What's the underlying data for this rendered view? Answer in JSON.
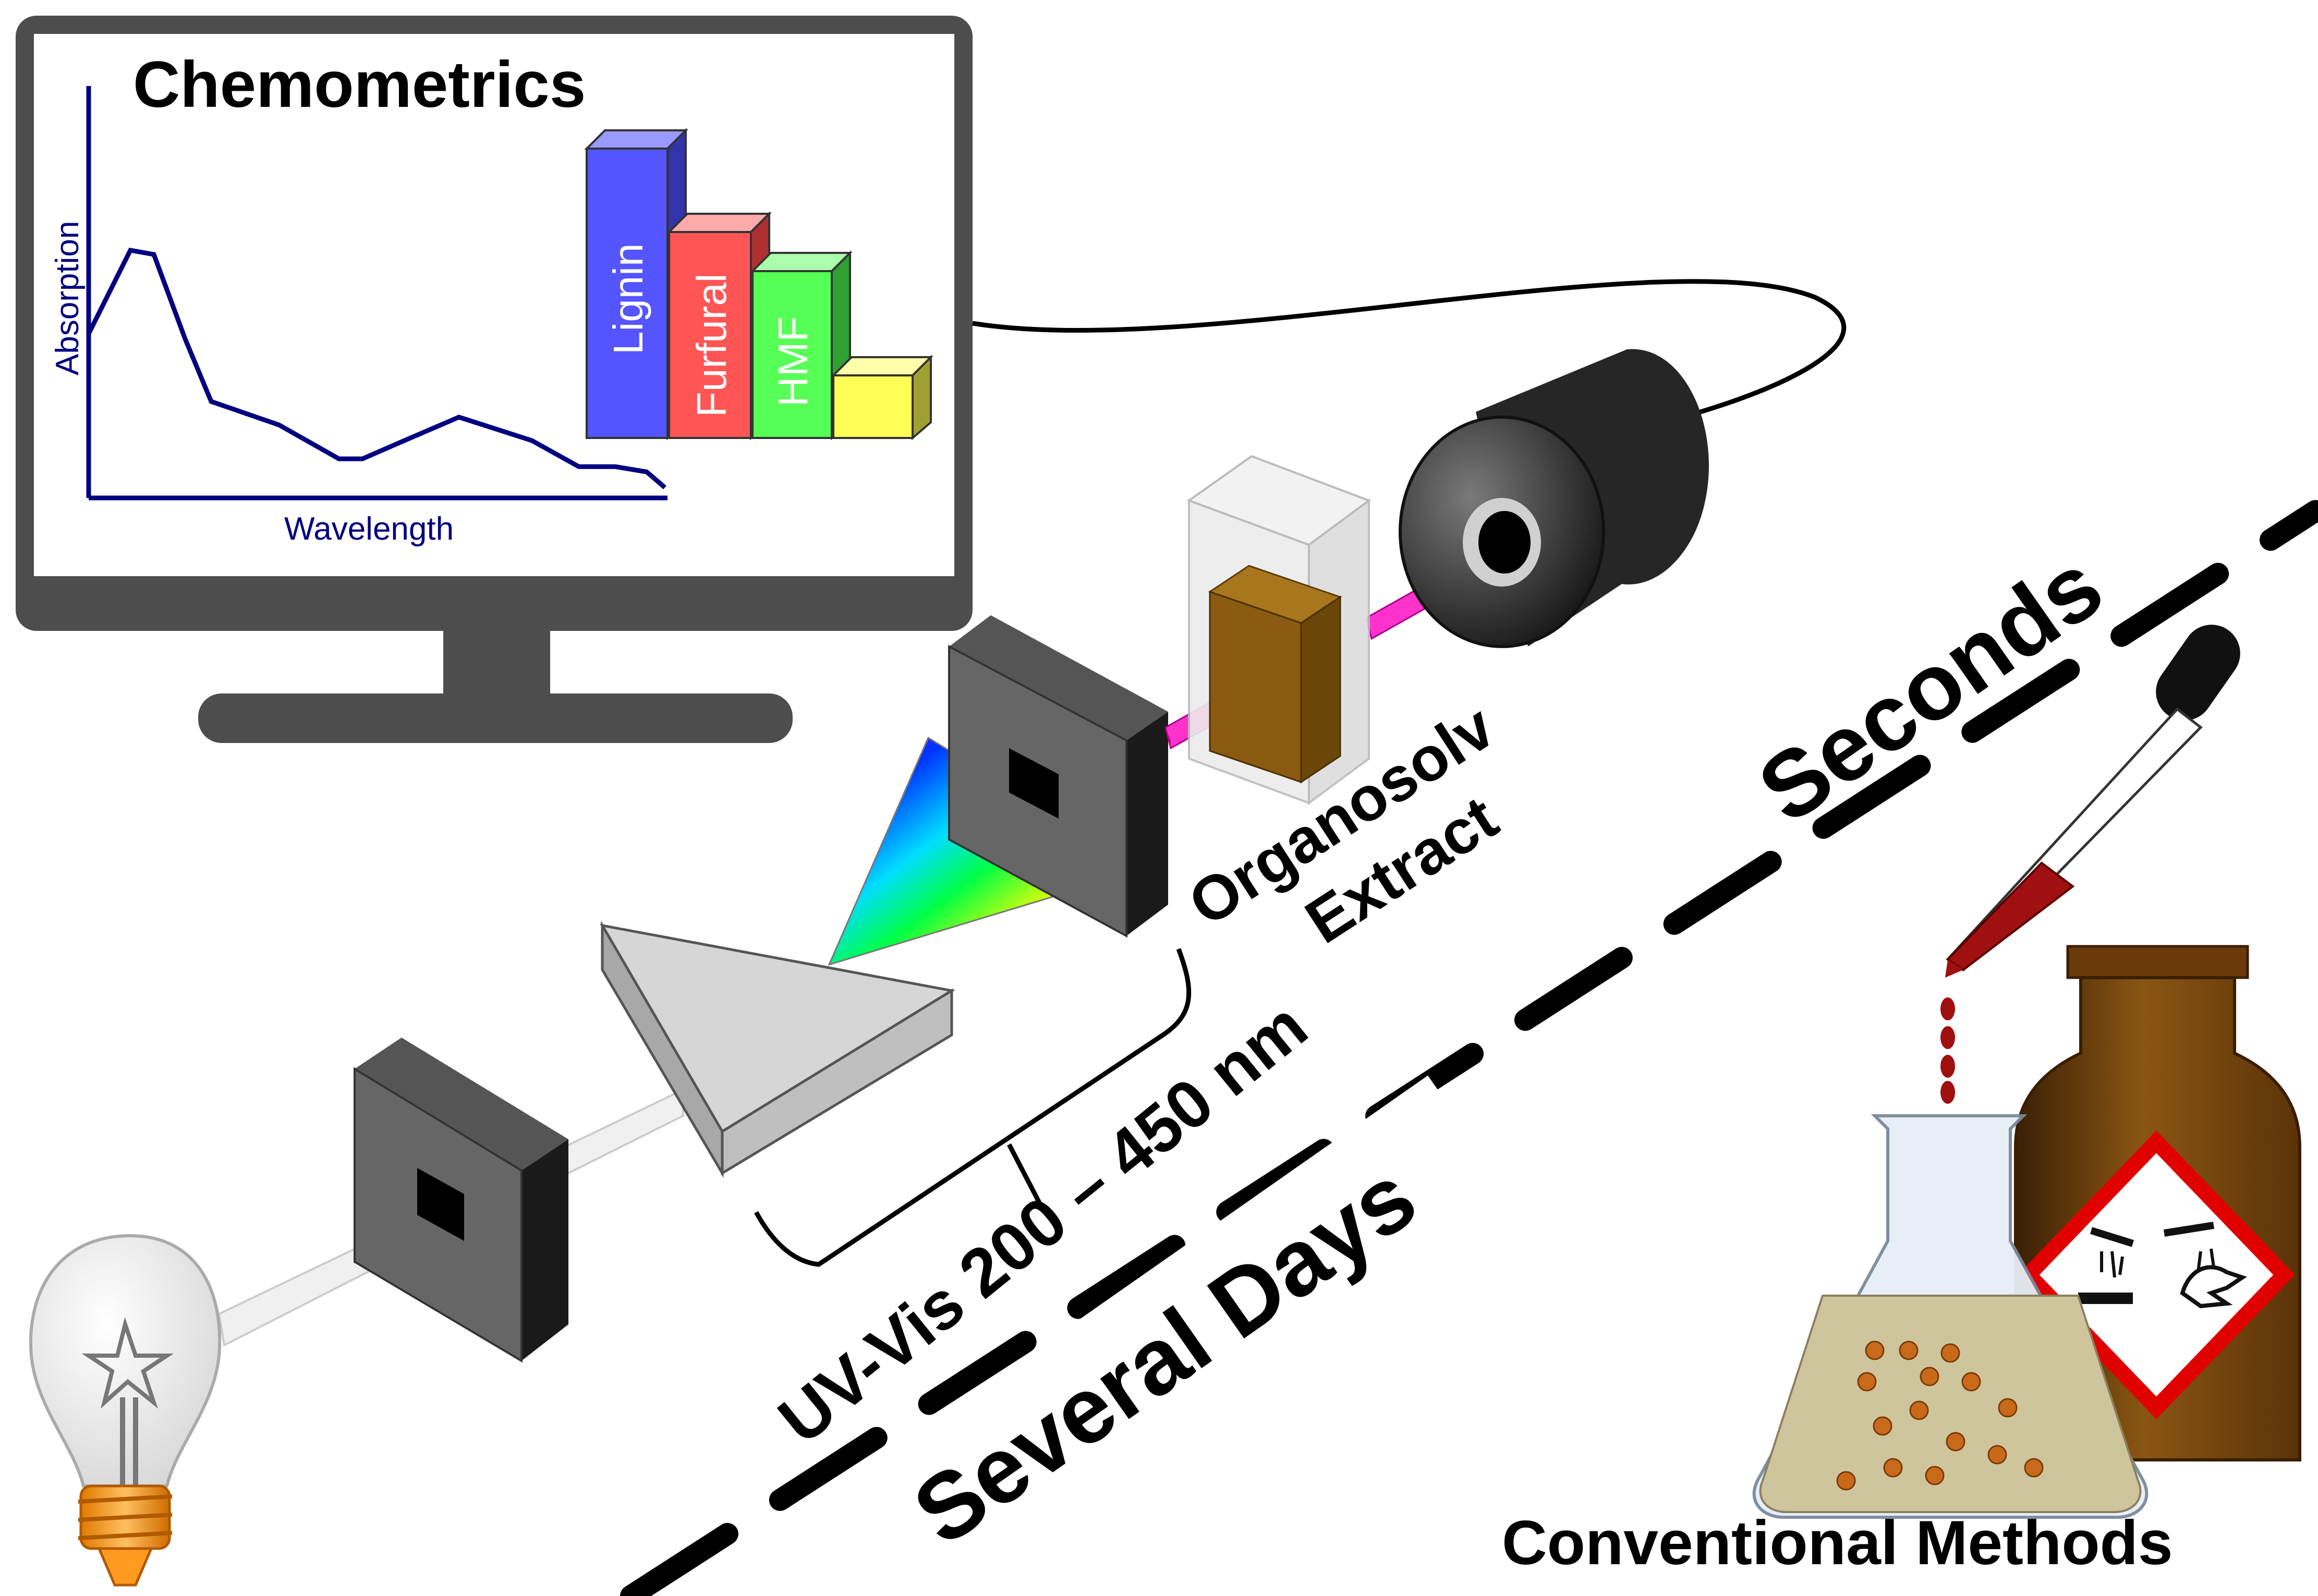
{
  "monitor": {
    "title": "Chemometrics",
    "spectrum": {
      "ylabel": "Absorption",
      "xlabel": "Wavelength"
    },
    "bars": [
      {
        "label": "Lignin",
        "color": "#5555ff"
      },
      {
        "label": "Furfural",
        "color": "#ff5555"
      },
      {
        "label": "HMF",
        "color": "#55ff55"
      },
      {
        "label": "",
        "color": "#ffff55"
      }
    ]
  },
  "labels": {
    "sample": "Organosolv\nExtract",
    "sample_line1": "Organosolv",
    "sample_line2": "Extract",
    "range": "UV-Vis 200 – 450 nm",
    "fast": "Seconds",
    "slow": "Several Days",
    "conventional": "Conventional Methods"
  },
  "colors": {
    "monitor_frame": "#4d4d4d",
    "spectrum_line": "#000080",
    "beam_uv": "#ff33cc",
    "sample_liquid": "#8a5a10",
    "hazard_border": "#e00000",
    "bottle": "#7a4a10"
  }
}
